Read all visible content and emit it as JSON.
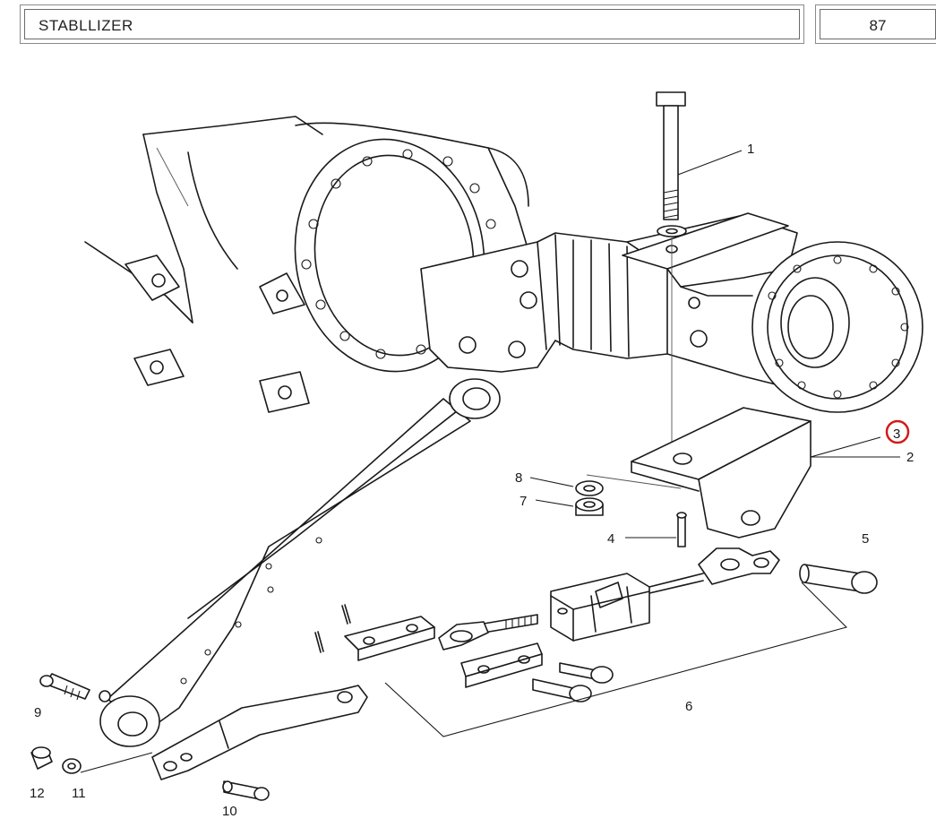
{
  "header": {
    "title": "STABLLIZER",
    "page_number": "87"
  },
  "callouts": [
    {
      "id": "1",
      "label": "1"
    },
    {
      "id": "2",
      "label": "2"
    },
    {
      "id": "3",
      "label": "3",
      "highlighted": true,
      "highlight_color": "#d11a1a"
    },
    {
      "id": "4",
      "label": "4"
    },
    {
      "id": "5",
      "label": "5"
    },
    {
      "id": "6",
      "label": "6"
    },
    {
      "id": "7",
      "label": "7"
    },
    {
      "id": "8",
      "label": "8"
    },
    {
      "id": "9",
      "label": "9"
    },
    {
      "id": "10",
      "label": "10"
    },
    {
      "id": "11",
      "label": "11"
    },
    {
      "id": "12",
      "label": "12"
    }
  ]
}
